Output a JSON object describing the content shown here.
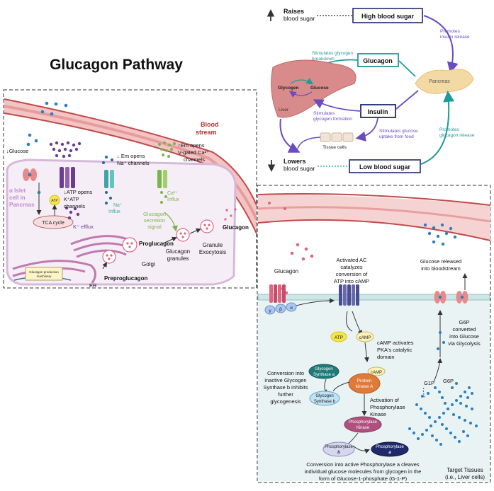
{
  "title": "Glucagon Pathway",
  "top_panel": {
    "raises": "Raises",
    "raises_sub": "blood sugar",
    "high_blood_sugar": "High blood sugar",
    "promotes_insulin": [
      "Promotes",
      "insulin release"
    ],
    "stim_glycogen_breakdown": [
      "Stimulates glycogen",
      "breakdown"
    ],
    "glucagon": "Glucagon",
    "pancreas": "Pancreas",
    "glycogen": "Glycogen",
    "glucose": "Glucose",
    "liver": "Liver",
    "insulin": "Insulin",
    "stim_glycogen_formation": [
      "Stimulates",
      "glycogen formation"
    ],
    "stim_glucose_uptake": [
      "Stimulates glucose",
      "uptake from food"
    ],
    "promotes_glucagon": [
      "Promotes",
      "glucagon release"
    ],
    "tissue_cells": "Tissue cells",
    "lowers": "Lowers",
    "lowers_sub": "blood sugar",
    "low_blood_sugar": "Low blood sugar"
  },
  "left_panel": {
    "blood_stream": [
      "Blood",
      "stream"
    ],
    "glucose": "↓Glucose",
    "em_na": [
      "↓ Em opens",
      "Na⁺ channels"
    ],
    "em_ca": [
      "↑Em opens",
      "V-gated Ca²⁺",
      "channels"
    ],
    "alpha_islet": [
      "α Islet",
      "cell in",
      "Pancreas"
    ],
    "atp_small": "ATP",
    "atp_opens": [
      "↓ATP opens",
      "K⁺ATP",
      "channels"
    ],
    "na_influx": [
      "Na⁺",
      "Influx"
    ],
    "ca_influx": [
      "Ca²⁺",
      "Influx"
    ],
    "tca_cycle": "TCA cycle",
    "k_efflux": "K⁺ efflux",
    "secretion_signal": [
      "Glucagon",
      "secretion",
      "signal"
    ],
    "glucagon": "Glucagon",
    "proglucagon": "Proglucagon",
    "golgi": "Golgi",
    "glucagon_granules": [
      "Glucagon",
      "granules"
    ],
    "granule_exocytosis": [
      "Granule",
      "Exocytosis"
    ],
    "production_machinery": [
      "Glucagon production",
      "machinery"
    ],
    "preproglucagon": "Preproglucagon",
    "er": "ER"
  },
  "right_panel": {
    "glucagon": "Glucagon",
    "activated_ac": [
      "Activated AC",
      "catalyzes",
      "conversion of",
      "ATP into cAMP"
    ],
    "glucose_released": [
      "Glucose released",
      "into bloodstream"
    ],
    "gamma": "γ",
    "beta": "β",
    "alpha": "α",
    "atp": "ATP",
    "camp": "cAMP",
    "camp_activates": [
      "cAMP activates",
      "PKA's catalytic",
      "domain"
    ],
    "g6p_converted": [
      "G6P",
      "converted",
      "into Glucose",
      "via Glycolysis"
    ],
    "conversion_inactive": [
      "Conversion into",
      "inactive Glycogen",
      "Synthase b inhibits",
      "further",
      "glycogenesis"
    ],
    "gs_a": [
      "Glycogen",
      "Synthase a"
    ],
    "camp2": "cAMP",
    "pka": [
      "Protein",
      "kinase A"
    ],
    "gs_b": [
      "Glycogen",
      "Synthase b"
    ],
    "activation_phk": [
      "Activation of",
      "Phosphorylase",
      "Kinase"
    ],
    "g1p": "G1P",
    "g6p": "G6P",
    "phk": [
      "Phosphorylase",
      "Kinase"
    ],
    "phos_b": [
      "Phosphorylase",
      "b"
    ],
    "phos_a": [
      "Phosphorylase",
      "a"
    ],
    "conversion_active": [
      "Conversion into active Phosphorylase a cleaves",
      "individual glucose molecules from glycogen in the",
      "form of Glucose-1-phosphate (G-1-P)"
    ],
    "target_tissues": [
      "Target Tissues",
      "(i.e., Liver cells)"
    ]
  },
  "colors": {
    "navy": "#1f2a6b",
    "teal": "#1f9a9a",
    "purple": "#6a4cbf",
    "vessel": "#e7a3a3",
    "vessel_dark": "#c24a4a",
    "glucose_dot": "#2a7fc0",
    "pink_dot": "#e0667f",
    "green_dot": "#7ab54a",
    "purple_dot": "#6b3d8f"
  }
}
